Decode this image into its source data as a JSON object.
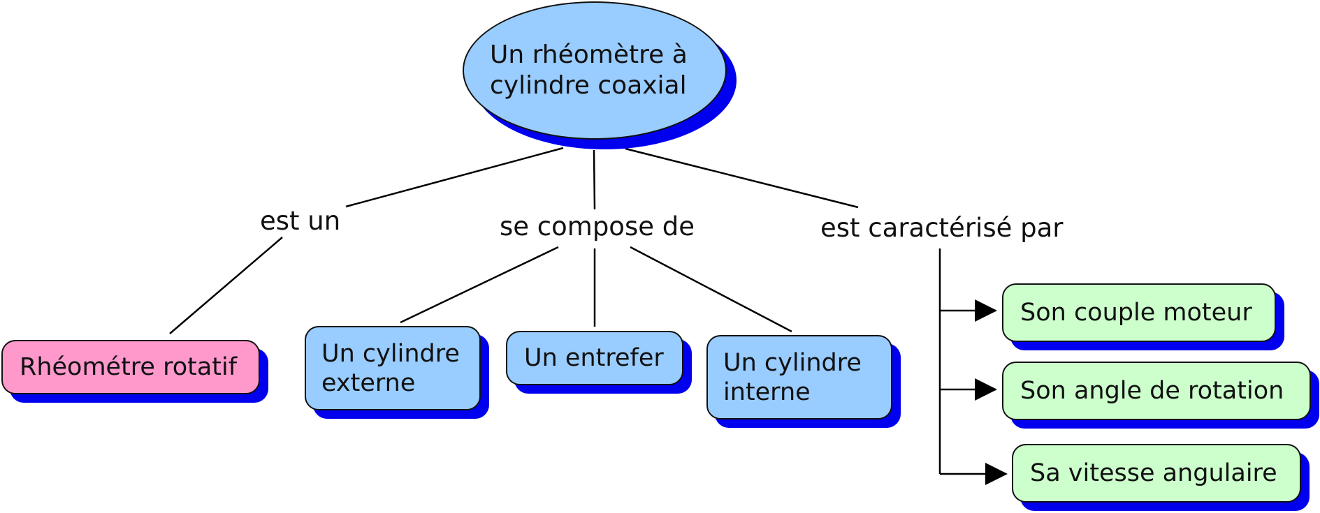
{
  "diagram": {
    "root": {
      "label": "Un rhéomètre à cylindre coaxial"
    },
    "linking_phrases": {
      "is_a": "est un",
      "composed_of": "se compose de",
      "characterized_by": "est caractérisé par"
    },
    "nodes": {
      "rotational": "Rhéométre rotatif",
      "outer_cylinder": "Un cylindre externe",
      "gap": "Un entrefer",
      "inner_cylinder": "Un cylindre interne",
      "torque": "Son couple moteur",
      "angle": "Son angle de rotation",
      "speed": "Sa vitesse angulaire"
    },
    "colors": {
      "root_fill": "#99ccff",
      "pink_fill": "#ff99cc",
      "blue_fill": "#99ccff",
      "green_fill": "#ccffcc",
      "shadow": "#0000ee"
    }
  }
}
